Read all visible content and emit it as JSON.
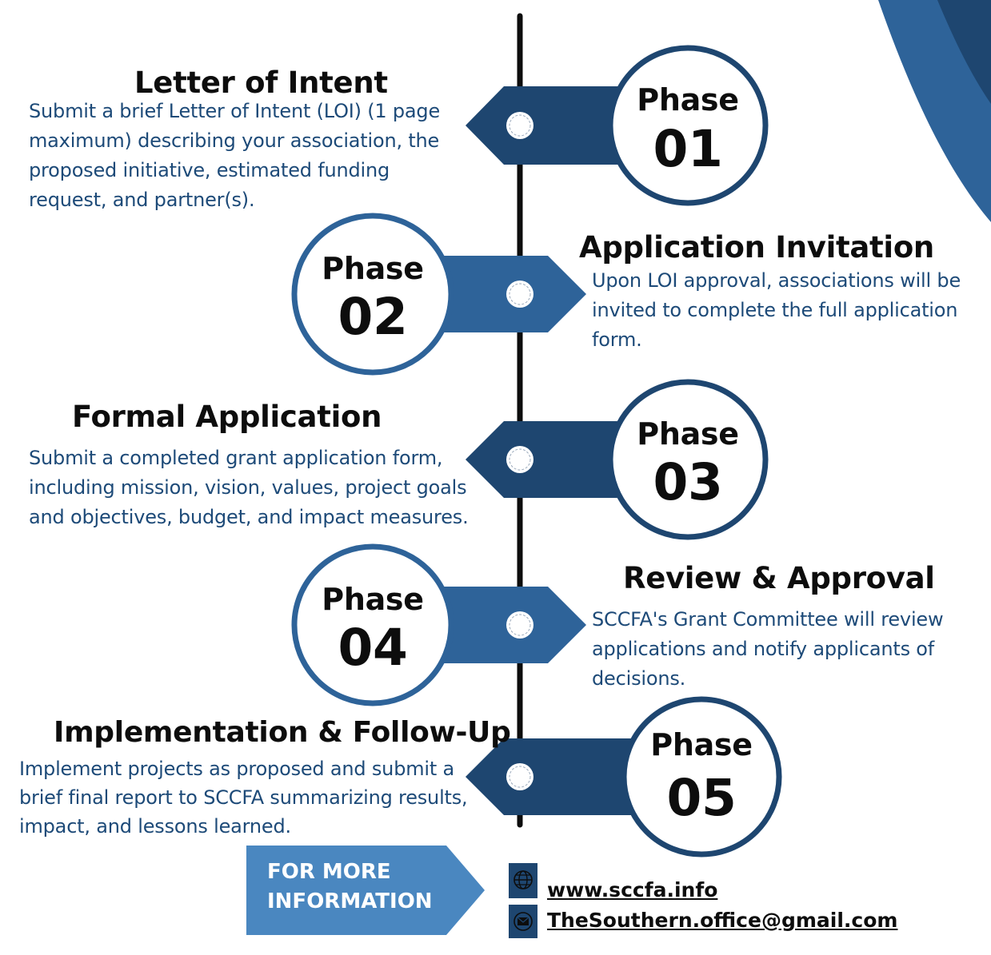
{
  "colors": {
    "navy": "#1e4670",
    "steel": "#2e6399",
    "light_blue": "#4a87c0",
    "text_blue": "#1d4a78",
    "ink": "#0d0d0d"
  },
  "phases": [
    {
      "label": "Phase",
      "number": "01",
      "title": "Letter of Intent",
      "description": "Submit a brief Letter of Intent (LOI) (1 page maximum) describing your association, the proposed initiative, estimated funding request, and partner(s)."
    },
    {
      "label": "Phase",
      "number": "02",
      "title": "Application Invitation",
      "description": "Upon LOI approval, associations will be invited to complete the full application form."
    },
    {
      "label": "Phase",
      "number": "03",
      "title": "Formal Application",
      "description": "Submit a completed grant application form, including mission, vision, values, project goals and objectives, budget, and impact measures."
    },
    {
      "label": "Phase",
      "number": "04",
      "title": "Review & Approval",
      "description": "SCCFA's Grant Committee will review applications and notify applicants of decisions."
    },
    {
      "label": "Phase",
      "number": "05",
      "title": "Implementation & Follow-Up",
      "description": "Implement  projects as proposed and submit a brief final report to SCCFA summarizing results, impact, and lessons learned."
    }
  ],
  "footer": {
    "more_line1": "FOR MORE",
    "more_line2": "INFORMATION",
    "website": "www.sccfa.info",
    "email": "TheSouthern.office@gmail.com",
    "website_icon": "globe-icon",
    "email_icon": "envelope-icon"
  }
}
